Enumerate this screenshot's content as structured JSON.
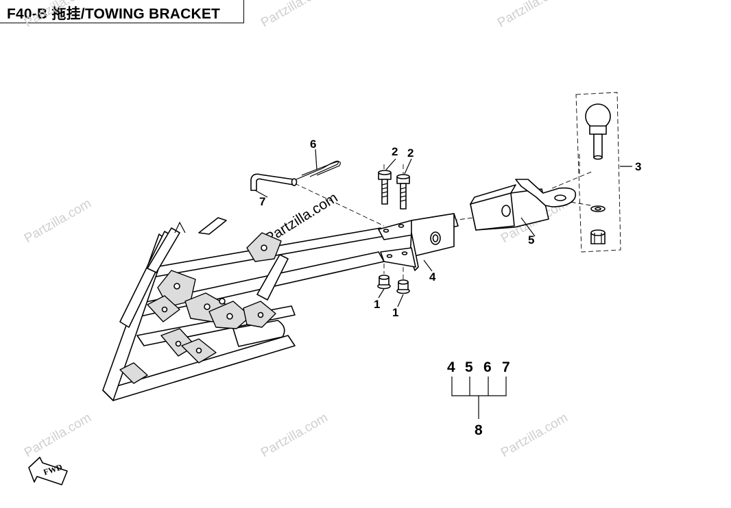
{
  "header": {
    "title": "F40-B 拖挂/TOWING BRACKET"
  },
  "callouts": [
    {
      "id": "c6",
      "label": "6"
    },
    {
      "id": "c7",
      "label": "7"
    },
    {
      "id": "c2a",
      "label": "2"
    },
    {
      "id": "c2b",
      "label": "2"
    },
    {
      "id": "c3",
      "label": "3"
    },
    {
      "id": "c5",
      "label": "5"
    },
    {
      "id": "c4",
      "label": "4"
    },
    {
      "id": "c1a",
      "label": "1"
    },
    {
      "id": "c1b",
      "label": "1"
    }
  ],
  "kit": {
    "members": [
      "4",
      "5",
      "6",
      "7"
    ],
    "kit_label": "8"
  },
  "direction_marker": {
    "label": "FWD"
  },
  "watermark": {
    "text": "Partzilla.com"
  }
}
